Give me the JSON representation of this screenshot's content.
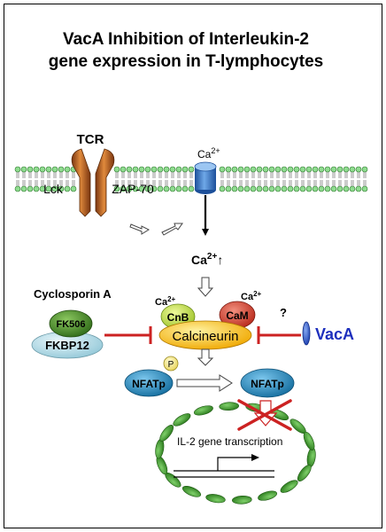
{
  "title": {
    "line1": "VacA Inhibition of Interleukin-2",
    "line2": "gene expression in T-lymphocytes"
  },
  "membrane": {
    "tcr_label": "TCR",
    "lck_label": "Lck",
    "zap70_label": "ZAP-70",
    "channel_label_base": "Ca",
    "channel_label_sup": "2+"
  },
  "cytoplasm": {
    "ca_increase_base": "Ca",
    "ca_increase_sup": "2+",
    "ca_increase_arrow": "↑",
    "cyclosporin_label": "Cyclosporin A",
    "fk506_label": "FK506",
    "fkbp12_label": "FKBP12",
    "cnb_label": "CnB",
    "cnb_ca_base": "Ca",
    "cnb_ca_sup": "2+",
    "cam_label": "CaM",
    "cam_ca_base": "Ca",
    "cam_ca_sup": "2+",
    "calcineurin_label": "Calcineurin",
    "question_mark": "?",
    "vaca_label": "VacA",
    "phospho_label": "P",
    "nfatp_left": "NFATp",
    "nfatp_right": "NFATp"
  },
  "nucleus": {
    "transcription_label": "IL-2 gene transcription"
  },
  "colors": {
    "tcr": "#c0651f",
    "channel": "#3a78c8",
    "lipid_head": "#7fd17f",
    "inhibitor_red": "#cc2222",
    "vaca_blue": "#1d2fbd",
    "calcineurin": "#f4b400",
    "cnb": "#c5e04a",
    "cam": "#d64a3a",
    "fk506": "#4f8f2a",
    "fkbp12": "#b9dfe9",
    "nfat": "#2d93c7",
    "nucleus_green": "#3a9a2a"
  }
}
